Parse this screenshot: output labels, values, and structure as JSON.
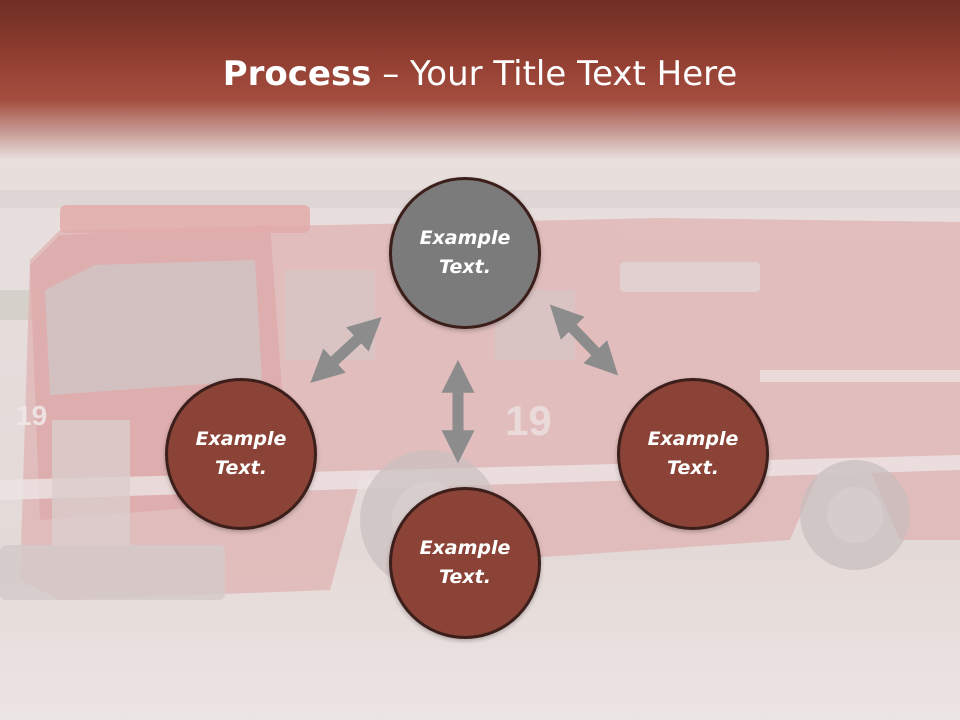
{
  "title": {
    "bold": "Process",
    "rest": " – Your Title Text Here"
  },
  "nodes": [
    {
      "id": "top",
      "label": "Example Text.",
      "color": "#7b7b7b"
    },
    {
      "id": "left",
      "label": "Example Text.",
      "color": "#8a4336"
    },
    {
      "id": "right",
      "label": "Example Text.",
      "color": "#8a4336"
    },
    {
      "id": "bottom",
      "label": "Example Text.",
      "color": "#8a4336"
    }
  ],
  "truck_number": "19",
  "colors": {
    "accent": "#8a4336",
    "arrow": "#8c8c8c",
    "title_band": "#8c3b2e"
  }
}
